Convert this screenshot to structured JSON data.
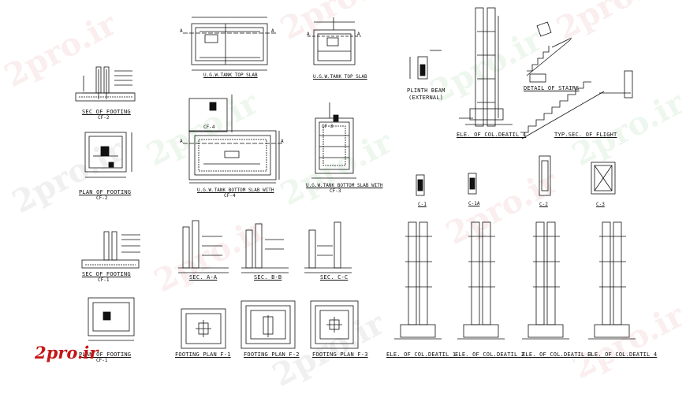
{
  "watermark": {
    "text": "2pro.ir",
    "color": "#e07070"
  },
  "logo": {
    "text": "2pro.ir",
    "color": "#c51616"
  },
  "footings": {
    "sec_cf2": {
      "title": "SEC OF FOOTING",
      "sub": "CF-2"
    },
    "plan_cf2": {
      "title": "PLAN OF FOOTING",
      "sub": "CF-2"
    },
    "sec_cf1": {
      "title": "SEC OF FOOTING",
      "sub": "CF-1"
    },
    "plan_cf1": {
      "title": "PLAN OF FOOTING",
      "sub": "CF-1"
    }
  },
  "slabs": {
    "top_left": "U.G.W.TANK TOP SLAB",
    "top_right": "U.G.W.TANK TOP SLAB",
    "bottom_left": "U.G.W.TANK BOTTOM SLAB WITH",
    "bottom_left_sub": "CF-4",
    "bottom_right": "U.G.W.TANK BOTTOM SLAB WITH",
    "bottom_right_sub": "CF-3",
    "marker_cf4": "CF-4",
    "marker_cf3": "CF-3",
    "section_letter": "A"
  },
  "plinth": {
    "title": "PLINTH BEAM",
    "sub": "(EXTERNAL)"
  },
  "elevations": {
    "col4_top": "ELE. OF COL.DEATIL 4",
    "col1": "ELE. OF COL.DEATIL 1",
    "col2": "ELE. OF COL.DEATIL 2",
    "col3": "ELE. OF COL.DEATIL 3",
    "col4": "ELE. OF COL.DEATIL 4"
  },
  "stairs": {
    "detail": "DETAIL OF STAIRS",
    "typsec": "TYP.SEC. OF FLIGHT"
  },
  "columns": [
    {
      "name": "C-1"
    },
    {
      "name": "C-1A"
    },
    {
      "name": "C-2"
    },
    {
      "name": "C-3"
    }
  ],
  "sections": {
    "a": "SEC. A-A",
    "b": "SEC. B-B",
    "c": "SEC. C-C"
  },
  "plans": {
    "f1": "FOOTING PLAN F-1",
    "f2": "FOOTING PLAN F-2",
    "f3": "FOOTING PLAN F-3"
  }
}
